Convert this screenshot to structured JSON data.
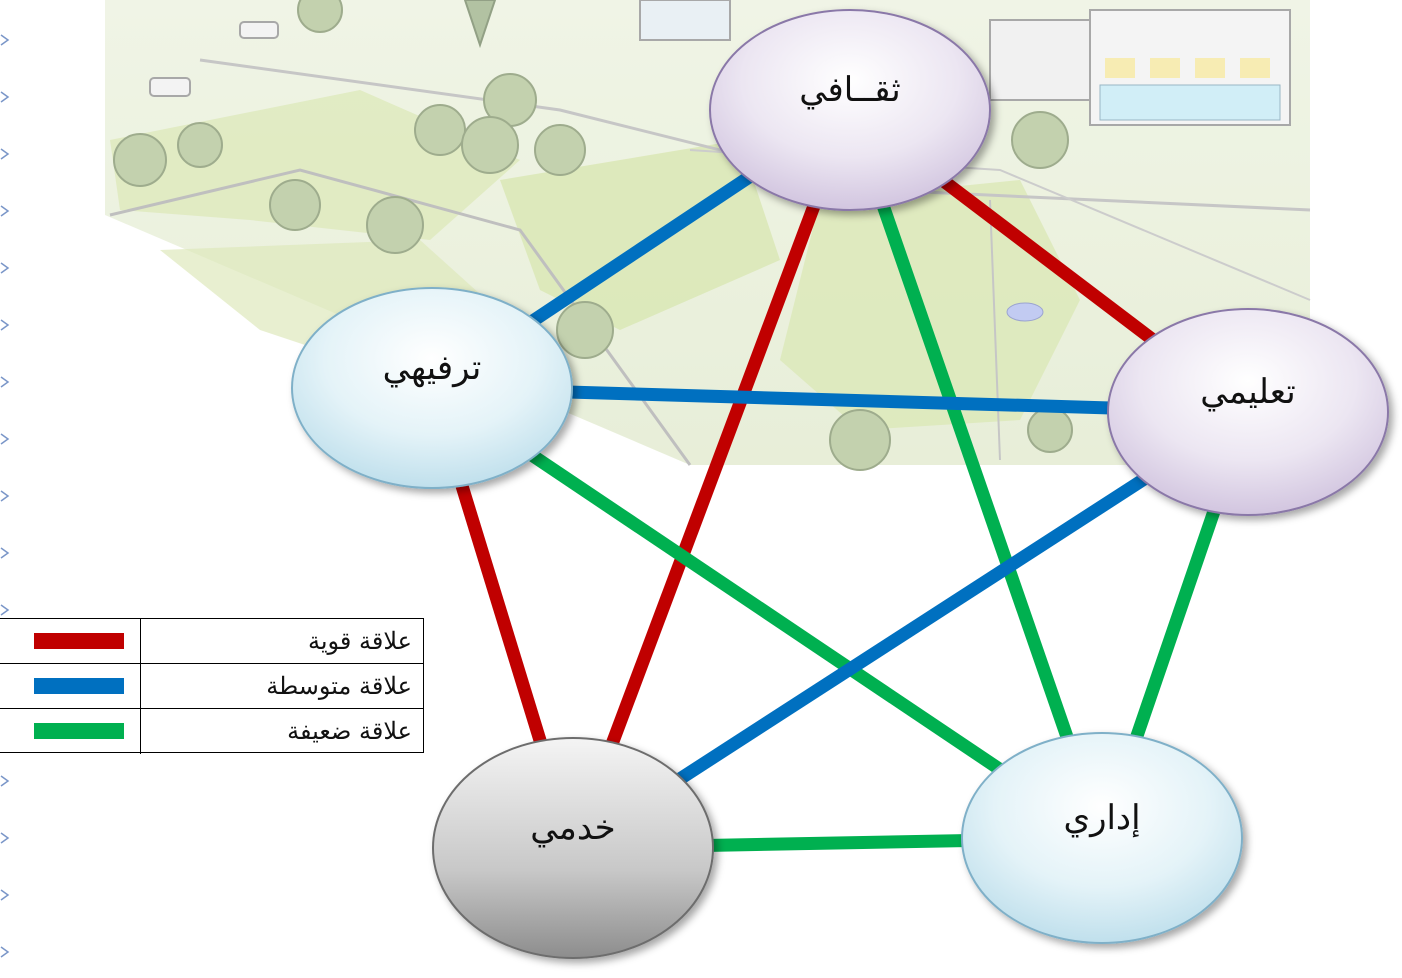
{
  "diagram": {
    "nodes": [
      {
        "id": "cultural",
        "label": "ثقــافي",
        "style": "purple"
      },
      {
        "id": "educational",
        "label": "تعليمي",
        "style": "purple"
      },
      {
        "id": "administrative",
        "label": "إداري",
        "style": "blue"
      },
      {
        "id": "service",
        "label": "خدمي",
        "style": "gray"
      },
      {
        "id": "recreational",
        "label": "ترفيهي",
        "style": "blue"
      }
    ],
    "edges": [
      {
        "from": "cultural",
        "to": "recreational",
        "strength": "medium"
      },
      {
        "from": "cultural",
        "to": "educational",
        "strength": "strong"
      },
      {
        "from": "cultural",
        "to": "service",
        "strength": "strong"
      },
      {
        "from": "cultural",
        "to": "administrative",
        "strength": "weak"
      },
      {
        "from": "recreational",
        "to": "educational",
        "strength": "medium"
      },
      {
        "from": "recreational",
        "to": "service",
        "strength": "strong"
      },
      {
        "from": "recreational",
        "to": "administrative",
        "strength": "weak"
      },
      {
        "from": "educational",
        "to": "service",
        "strength": "medium"
      },
      {
        "from": "educational",
        "to": "administrative",
        "strength": "weak"
      },
      {
        "from": "service",
        "to": "administrative",
        "strength": "weak"
      }
    ]
  },
  "legend": {
    "items": [
      {
        "key": "strong",
        "label": "علاقة قوية",
        "color": "#c00000"
      },
      {
        "key": "medium",
        "label": "علاقة متوسطة",
        "color": "#0070c0"
      },
      {
        "key": "weak",
        "label": "علاقة ضعيفة",
        "color": "#00b050"
      }
    ]
  },
  "background": {
    "description_icon": "campus-sketch-image"
  }
}
